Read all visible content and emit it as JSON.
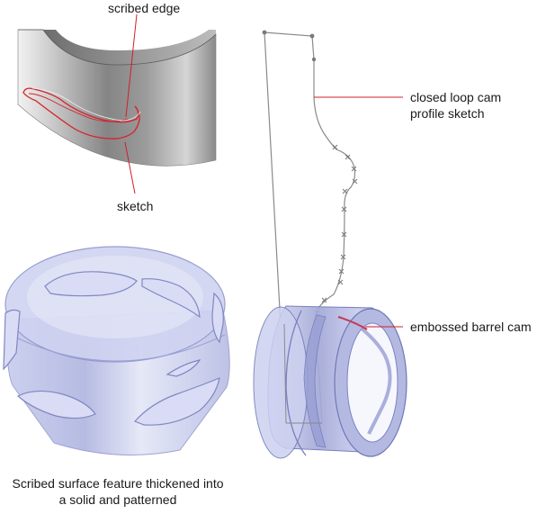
{
  "labels": {
    "scribed_edge": "scribed edge",
    "sketch": "sketch",
    "closed_loop_line1": "closed loop cam",
    "closed_loop_line2": "profile sketch",
    "embossed_barrel_cam": "embossed barrel cam"
  },
  "caption": {
    "line1": "Scribed surface feature thickened into",
    "line2": "a solid and patterned"
  },
  "colors": {
    "callout_line": "#d01f2a",
    "sketch_curve": "#d8202c",
    "metal_dark": "#6e6e6e",
    "metal_light": "#eeeeee",
    "translucent_blue": "#b9bfe6",
    "outline_blue": "#6f78b6"
  }
}
